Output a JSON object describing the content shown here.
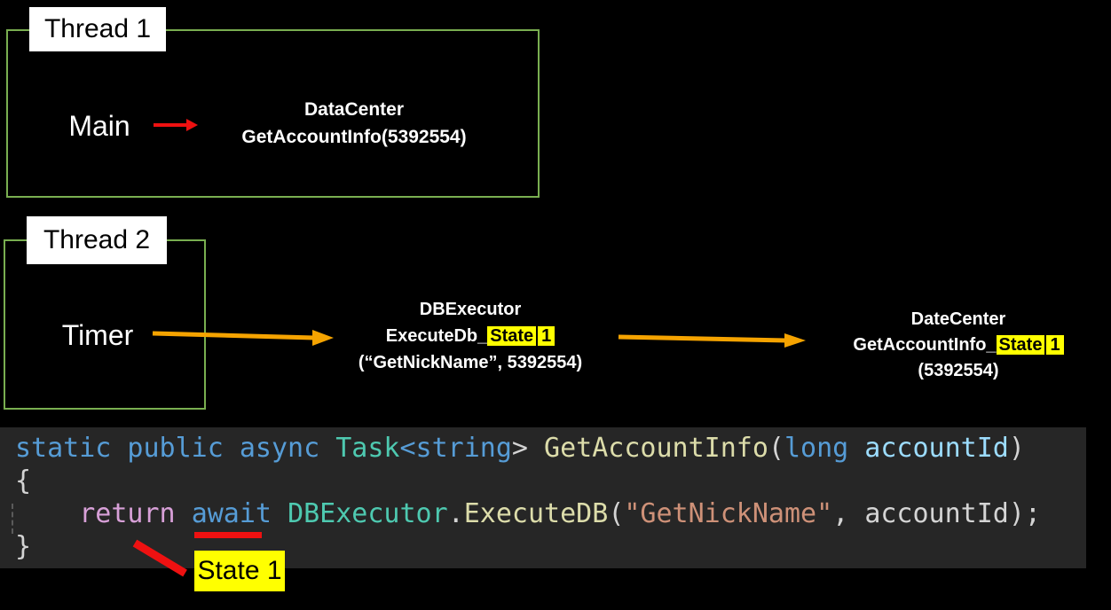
{
  "diagram": {
    "thread1": {
      "label": "Thread 1",
      "caller": "Main",
      "node": {
        "line1": "DataCenter",
        "line2": "GetAccountInfo(5392554)"
      }
    },
    "thread2": {
      "label": "Thread 2",
      "caller": "Timer",
      "db_node": {
        "line1": "DBExecutor",
        "line2_prefix": "ExecuteDb_",
        "line2_highlight_a": "State",
        "line2_highlight_b": "1",
        "line3": "(“GetNickName”, 5392554)"
      },
      "dc_node": {
        "line1": "DateCenter",
        "line2_prefix": "GetAccountInfo_",
        "line2_highlight_a": "State",
        "line2_highlight_b": "1",
        "line3": "(5392554)"
      }
    },
    "state_callout": "State 1"
  },
  "code": {
    "lines": [
      [
        [
          "kw",
          "static public async "
        ],
        [
          "ty",
          "Task"
        ],
        [
          "kw",
          "<string"
        ],
        [
          "pl",
          "> "
        ],
        [
          "fn",
          "GetAccountInfo"
        ],
        [
          "pl",
          "("
        ],
        [
          "kw",
          "long"
        ],
        [
          "pl",
          " "
        ],
        [
          "pa",
          "accountId"
        ],
        [
          "pl",
          ")"
        ]
      ],
      [
        [
          "pl",
          "{"
        ]
      ],
      [
        [
          "pl",
          "    "
        ],
        [
          "re",
          "return"
        ],
        [
          "pl",
          " "
        ],
        [
          "kw",
          "await"
        ],
        [
          "pl",
          " "
        ],
        [
          "ty",
          "DBExecutor"
        ],
        [
          "pl",
          "."
        ],
        [
          "fn",
          "ExecuteDB"
        ],
        [
          "pl",
          "("
        ],
        [
          "st",
          "\"GetNickName\""
        ],
        [
          "pl",
          ", "
        ],
        [
          "pl",
          "accountId);"
        ]
      ],
      [
        [
          "pl",
          "}"
        ]
      ]
    ]
  },
  "colors": {
    "background": "#000000",
    "box_green": "#79AE50",
    "arrow_red": "#EE1111",
    "arrow_orange": "#F5A300",
    "highlight_yellow": "#FFFF00",
    "code_background": "#262626",
    "keyword_blue": "#569CD6",
    "type_teal": "#4EC9B0",
    "method_yellow": "#DCDCAA",
    "return_pink": "#D8A0D8",
    "string_salmon": "#CE9178",
    "param_blue": "#9CDCFE",
    "plain_text": "#D4D4D4"
  }
}
